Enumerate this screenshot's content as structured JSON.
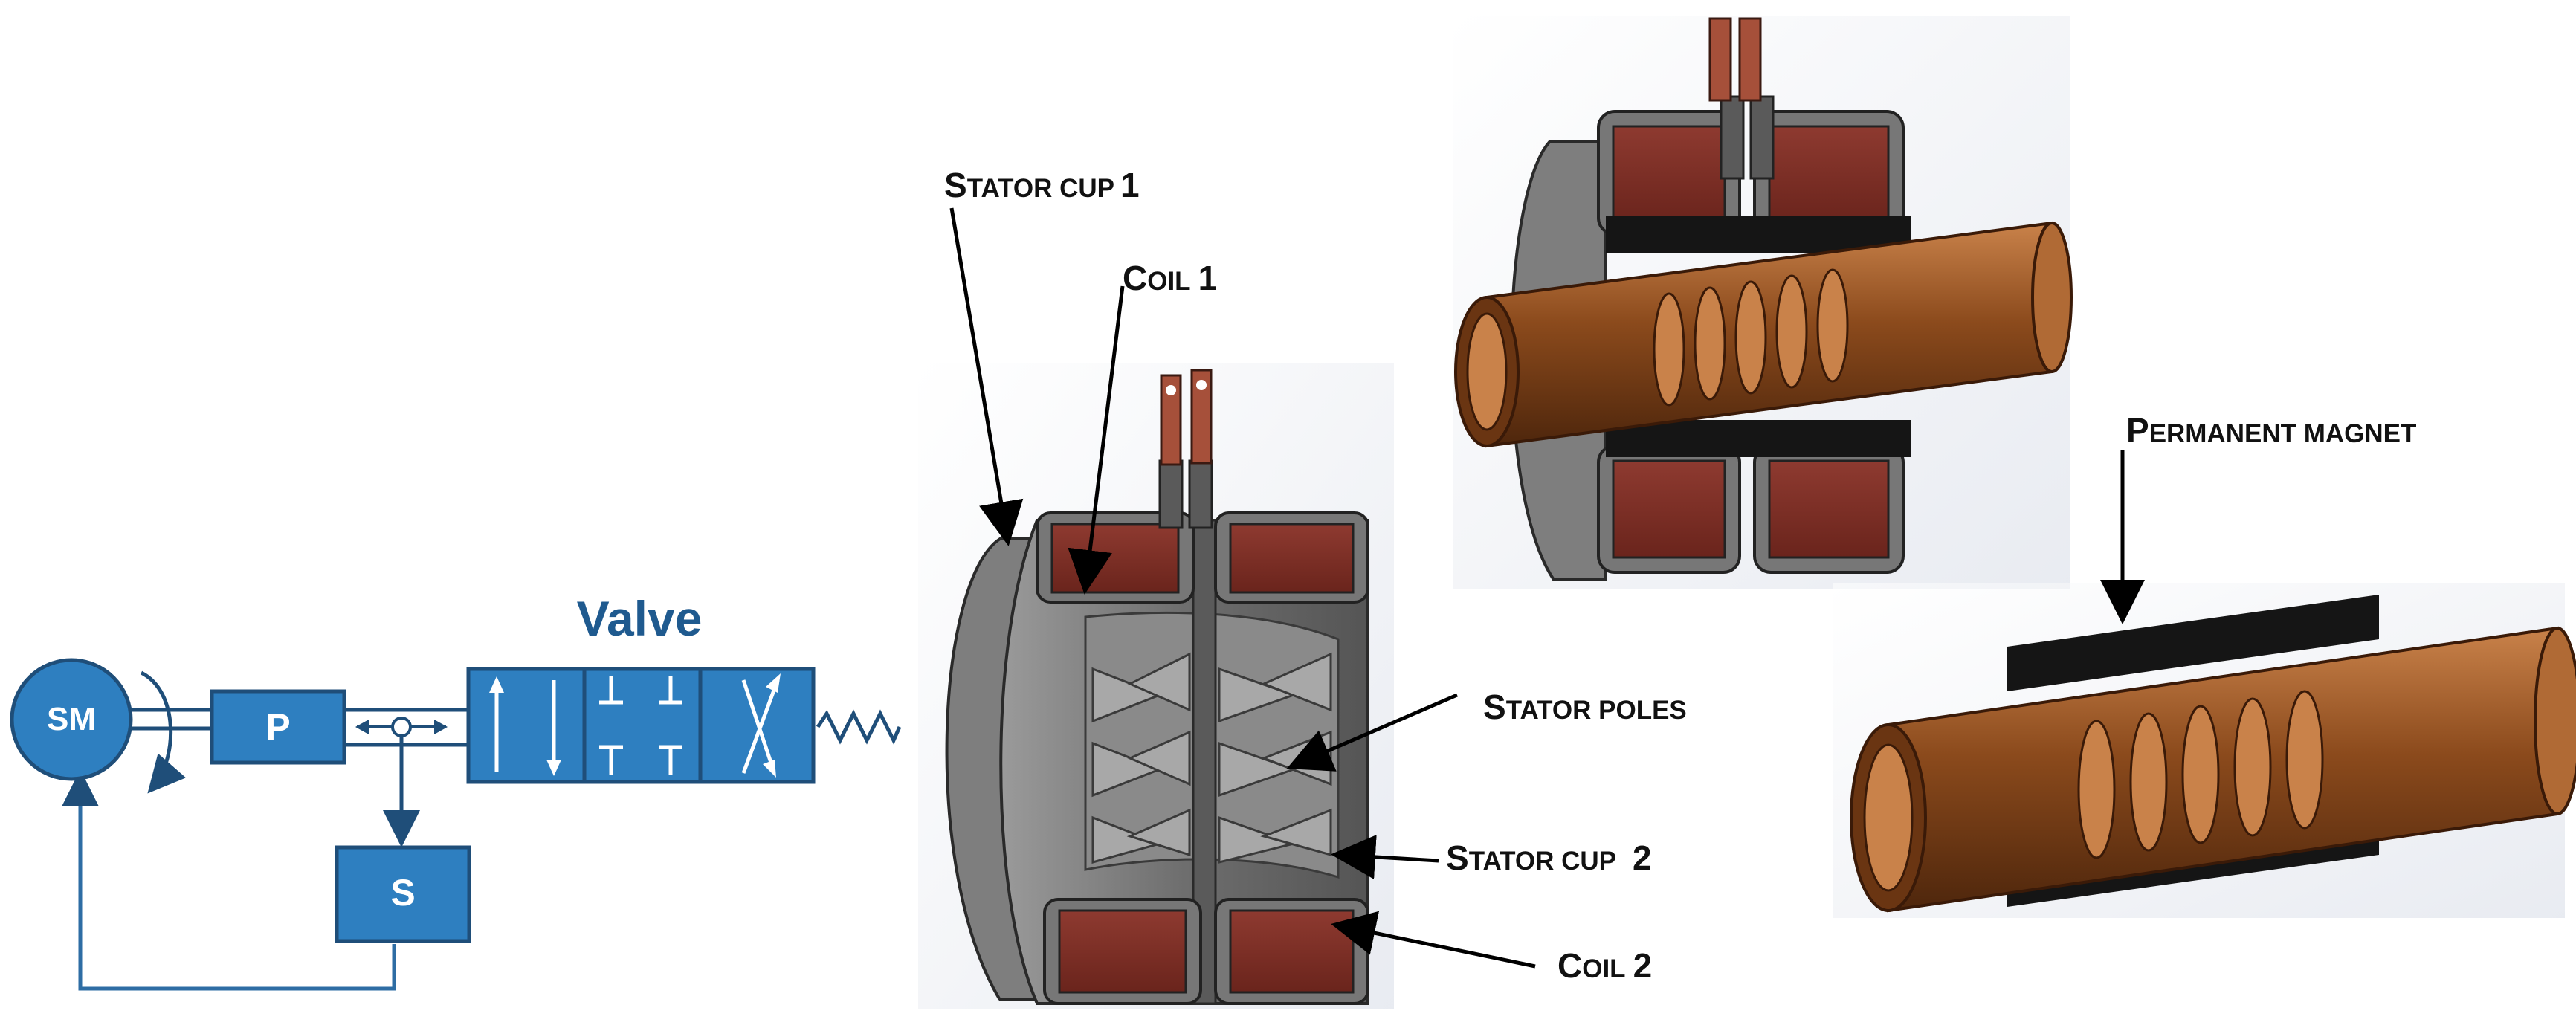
{
  "colors": {
    "schematic_blue": "#2E7FC0",
    "schematic_dark": "#1F4E79",
    "valve_text": "#1F5A8F",
    "copper": "#8B4A1C",
    "copper_light": "#B06A35",
    "coil_red": "#7A2A22",
    "stator_gray": "#6E6E6E",
    "magnet_black": "#151515",
    "leader_line": "#000000"
  },
  "schematic": {
    "motor_label": "SM",
    "pump_label": "P",
    "sensor_label": "S",
    "valve_title": "Valve"
  },
  "callouts": {
    "stator_cup_1": {
      "cap": "S",
      "rest": "TATOR CUP",
      "suffix": "1"
    },
    "coil_1": {
      "cap": "C",
      "rest": "OIL",
      "suffix": "1"
    },
    "stator_poles": {
      "cap": "S",
      "rest": "TATOR POLES",
      "suffix": ""
    },
    "stator_cup_2": {
      "cap": "S",
      "rest": "TATOR CUP",
      "suffix": "2"
    },
    "coil_2": {
      "cap": "C",
      "rest": "OIL",
      "suffix": "2"
    },
    "permanent_magnet": {
      "cap": "P",
      "rest": "ERMANENT MAGNET",
      "suffix": ""
    }
  },
  "icons": [
    "rotation-arrow-icon",
    "spring-icon",
    "check-valve-icon",
    "flow-arrow-icon"
  ]
}
